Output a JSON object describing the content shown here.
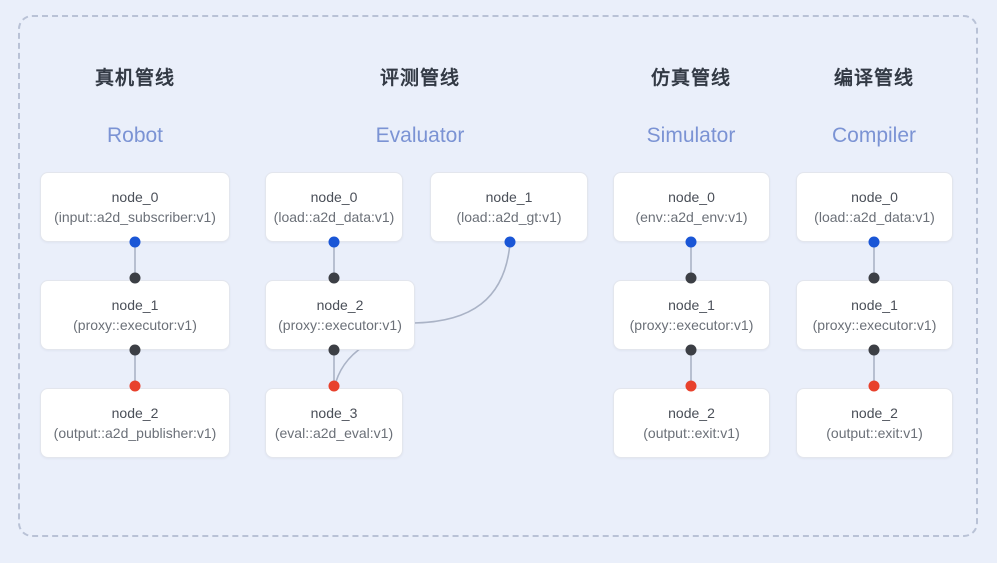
{
  "diagram": {
    "background_color": "#eaeffa",
    "frame_border_color": "#b9c2d6",
    "accent_color": "#7b93d4",
    "port_colors": {
      "input": "#1a56d6",
      "middle": "#3c3f45",
      "output": "#e8412c"
    },
    "columns": [
      {
        "title_cn": "真机管线",
        "title_en": "Robot",
        "nodes": [
          {
            "name": "node_0",
            "spec": "(input::a2d_subscriber:v1)"
          },
          {
            "name": "node_1",
            "spec": "(proxy::executor:v1)"
          },
          {
            "name": "node_2",
            "spec": "(output::a2d_publisher:v1)"
          }
        ]
      },
      {
        "title_cn": "评测管线",
        "title_en": "Evaluator",
        "nodes": [
          {
            "name": "node_0",
            "spec": "(load::a2d_data:v1)"
          },
          {
            "name": "node_1",
            "spec": "(load::a2d_gt:v1)"
          },
          {
            "name": "node_2",
            "spec": "(proxy::executor:v1)"
          },
          {
            "name": "node_3",
            "spec": "(eval::a2d_eval:v1)"
          }
        ]
      },
      {
        "title_cn": "仿真管线",
        "title_en": "Simulator",
        "nodes": [
          {
            "name": "node_0",
            "spec": "(env::a2d_env:v1)"
          },
          {
            "name": "node_1",
            "spec": "(proxy::executor:v1)"
          },
          {
            "name": "node_2",
            "spec": "(output::exit:v1)"
          }
        ]
      },
      {
        "title_cn": "编译管线",
        "title_en": "Compiler",
        "nodes": [
          {
            "name": "node_0",
            "spec": "(load::a2d_data:v1)"
          },
          {
            "name": "node_1",
            "spec": "(proxy::executor:v1)"
          },
          {
            "name": "node_2",
            "spec": "(output::exit:v1)"
          }
        ]
      }
    ]
  }
}
